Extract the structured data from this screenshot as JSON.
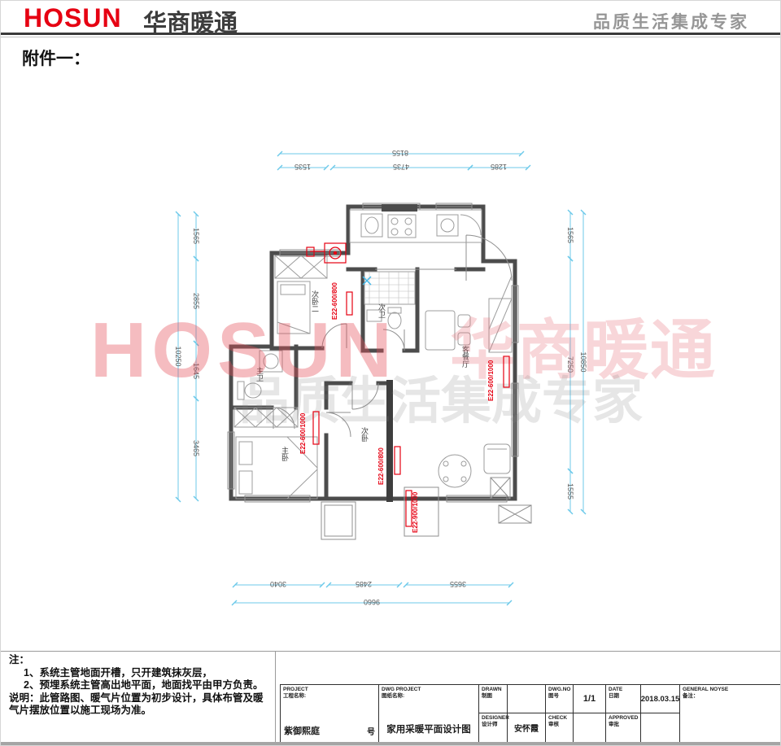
{
  "header": {
    "logo": "HOSUN",
    "brand": "华商暖通",
    "slogan": "品质生活集成专家"
  },
  "attachment": {
    "title": "附件一："
  },
  "watermark": {
    "logo": "HOSUN",
    "brand": "华商暖通",
    "slogan": "品质生活集成专家"
  },
  "colors": {
    "logo_red": "#e60012",
    "radiator_red": "#e60012",
    "dimension_blue": "#6cc9ea",
    "watermark_pink": "#efb6ba"
  },
  "plan": {
    "rooms": [
      {
        "label": "次卧二"
      },
      {
        "label": "次卫"
      },
      {
        "label": "主卫"
      },
      {
        "label": "主卧"
      },
      {
        "label": "次卧"
      },
      {
        "label": "客餐厅"
      }
    ],
    "radiators": [
      {
        "label": "E22-600/800"
      },
      {
        "label": "E22-600/1000"
      },
      {
        "label": "E22-600/1000"
      },
      {
        "label": "E22-600/800"
      },
      {
        "label": "E22-900/1000"
      }
    ],
    "dimensions": {
      "top": {
        "total": "8155",
        "segments": [
          "1535",
          "4735",
          "1285"
        ]
      },
      "bottom": {
        "total": "9660",
        "segments": [
          "3040",
          "2485",
          "3655"
        ]
      },
      "left": {
        "total": "10250",
        "segments": [
          "1565",
          "2855",
          "1645",
          "3465"
        ]
      },
      "right": {
        "total": "10850",
        "segments": [
          "1565",
          "7250",
          "1555"
        ]
      }
    }
  },
  "notes": {
    "heading": "注：",
    "items": [
      "1、系统主管地面开槽，只开建筑抹灰层，",
      "2、预埋系统主管高出地平面，地面找平由甲方负责。"
    ],
    "remark": "说明：此管路图、暖气片位置为初步设计，具体布管及暖气片摆放位置以施工现场为准。"
  },
  "titleblock": {
    "project": {
      "en": "PROJECT",
      "cn": "工程名称:",
      "value": "紫御熙庭",
      "suffix": "号"
    },
    "dwg": {
      "en": "DWG PROJECT",
      "cn": "图纸名称:",
      "value": "家用采暖平面设计图"
    },
    "drawn": {
      "en": "DRAWN",
      "cn": "制图"
    },
    "designer": {
      "en": "DESIGNER",
      "cn": "设计师",
      "value": "安怀霞"
    },
    "dwgno": {
      "en": "DWG.NO",
      "cn": "图号",
      "value": "1/1"
    },
    "check": {
      "en": "CHECK",
      "cn": "审核"
    },
    "date": {
      "en": "DATE",
      "cn": "日期",
      "value": "2018.03.15"
    },
    "approved": {
      "en": "APPROVED",
      "cn": "审批"
    },
    "general": {
      "en": "GENERAL NOYSE",
      "cn": "备注："
    }
  }
}
